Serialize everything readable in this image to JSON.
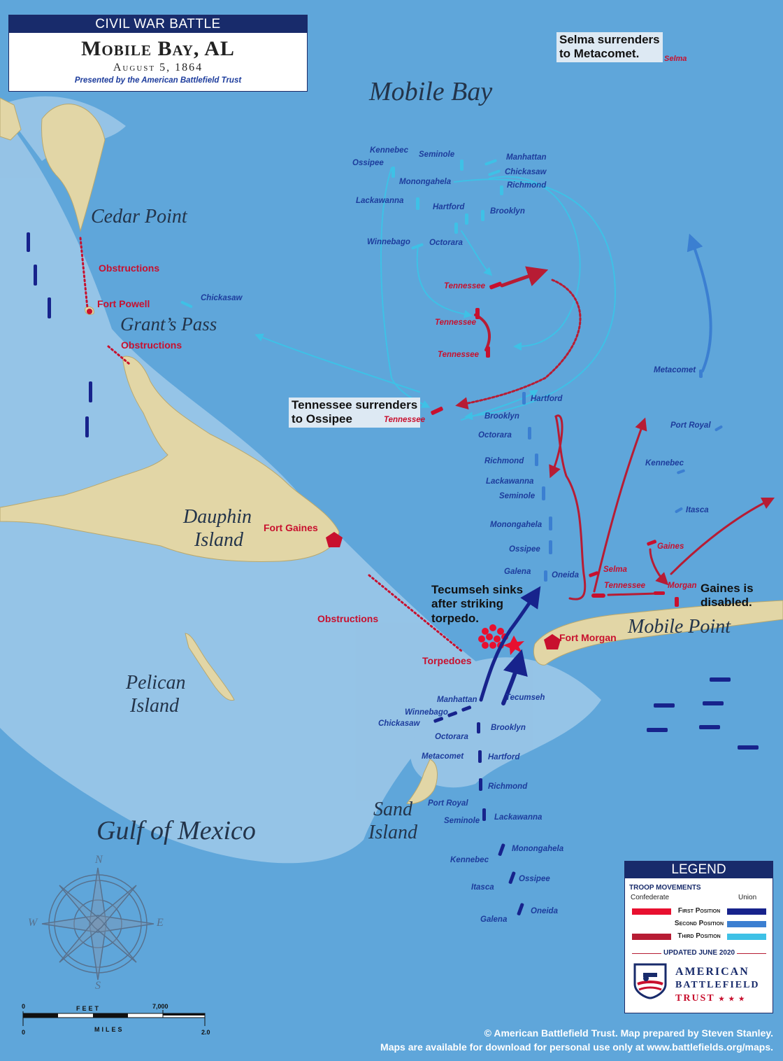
{
  "header": {
    "band": "CIVIL WAR BATTLE",
    "title": "Mobile Bay, AL",
    "date": "August 5, 1864",
    "credit": "Presented by the American Battlefield Trust"
  },
  "places": {
    "mobile_bay": "Mobile Bay",
    "cedar_point": "Cedar Point",
    "grants_pass": "Grant’s Pass",
    "dauphin_l1": "Dauphin",
    "dauphin_l2": "Island",
    "pelican_l1": "Pelican",
    "pelican_l2": "Island",
    "sand_l1": "Sand",
    "sand_l2": "Island",
    "mobile_point": "Mobile Point",
    "gulf": "Gulf of Mexico"
  },
  "features": {
    "obstructions_1": "Obstructions",
    "fort_powell": "Fort Powell",
    "obstructions_2": "Obstructions",
    "fort_gaines": "Fort Gaines",
    "obstructions_3": "Obstructions",
    "torpedoes": "Torpedoes",
    "fort_morgan": "Fort Morgan"
  },
  "notes": {
    "selma_l1": "Selma surrenders",
    "selma_l2": "to Metacomet.",
    "tennessee_l1": "Tennessee surrenders",
    "tennessee_l2": "to Ossipee",
    "tecumseh_l1": "Tecumseh sinks",
    "tecumseh_l2": "after striking",
    "tecumseh_l3": "torpedo.",
    "gaines_l1": "Gaines is",
    "gaines_l2": "disabled."
  },
  "ships_third": {
    "kennebec": "Kennebec",
    "seminole": "Seminole",
    "ossipee": "Ossipee",
    "manhattan": "Manhattan",
    "chickasaw": "Chickasaw",
    "monongahela": "Monongahela",
    "richmond": "Richmond",
    "lackawanna": "Lackawanna",
    "hartford": "Hartford",
    "brooklyn": "Brooklyn",
    "winnebago": "Winnebago",
    "octorara": "Octorara",
    "chickasaw_pass": "Chickasaw"
  },
  "ships_second": {
    "hartford": "Hartford",
    "brooklyn": "Brooklyn",
    "octorara": "Octorara",
    "richmond": "Richmond",
    "lackawanna": "Lackawanna",
    "seminole": "Seminole",
    "monongahela": "Monongahela",
    "ossipee": "Ossipee",
    "galena": "Galena",
    "oneida": "Oneida",
    "metacomet": "Metacomet",
    "port_royal": "Port Royal",
    "kennebec": "Kennebec",
    "itasca": "Itasca"
  },
  "ships_first": {
    "manhattan": "Manhattan",
    "tecumseh": "Tecumseh",
    "winnebago": "Winnebago",
    "chickasaw": "Chickasaw",
    "brooklyn": "Brooklyn",
    "octorara": "Octorara",
    "metacomet": "Metacomet",
    "hartford": "Hartford",
    "richmond": "Richmond",
    "port_royal": "Port Royal",
    "lackawanna": "Lackawanna",
    "seminole": "Seminole",
    "monongahela": "Monongahela",
    "kennebec": "Kennebec",
    "ossipee": "Ossipee",
    "itasca": "Itasca",
    "oneida": "Oneida",
    "galena": "Galena"
  },
  "ships_confederate": {
    "selma_top": "Selma",
    "tennessee_a": "Tennessee",
    "tennessee_b": "Tennessee",
    "tennessee_c": "Tennessee",
    "tennessee_surr": "Tennessee",
    "selma": "Selma",
    "tennessee_d": "Tennessee",
    "morgan": "Morgan",
    "gaines": "Gaines"
  },
  "compass": {
    "n": "N",
    "s": "S",
    "e": "E",
    "w": "W"
  },
  "scale": {
    "zero_top": "0",
    "feet": "FEET",
    "feet_max": "7,000",
    "zero_bottom": "0",
    "miles": "MILES",
    "miles_max": "2.0"
  },
  "legend": {
    "title": "LEGEND",
    "troop_movements": "TROOP MOVEMENTS",
    "confederate": "Confederate",
    "union": "Union",
    "first": "First Position",
    "second": "Second Position",
    "third": "Third Position",
    "updated": "UPDATED JUNE 2020",
    "org_l1": "AMERICAN",
    "org_l2": "BATTLEFIELD",
    "org_l3": "TRUST",
    "stars": "★ ★ ★",
    "colors": {
      "confederate_first": "#e8102f",
      "confederate_third": "#b71c34",
      "union_first": "#17238c",
      "union_second": "#3b7fd1",
      "union_third": "#3ec1e6"
    }
  },
  "footer": {
    "line1": "© American Battlefield Trust. Map prepared by Steven Stanley.",
    "line2": "Maps are available for download for personal use only at www.battlefields.org/maps."
  }
}
